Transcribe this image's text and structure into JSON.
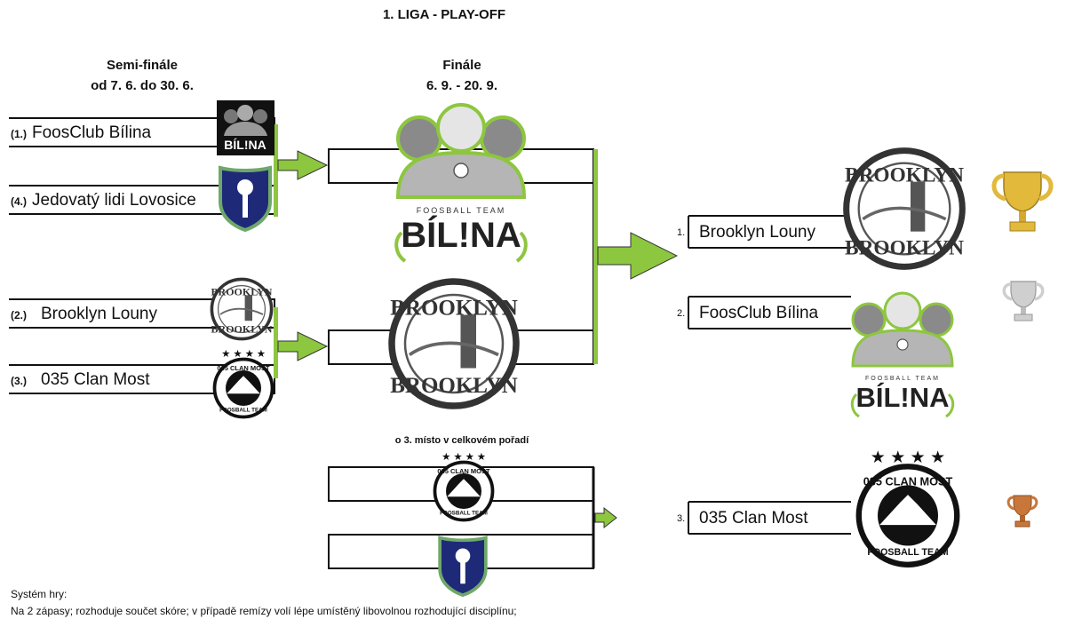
{
  "title": "1. LIGA - PLAY-OFF",
  "semifinal": {
    "heading": "Semi-finále",
    "dates": "od 7. 6. do 30. 6.",
    "matches": [
      {
        "top": {
          "seed": "(1.)",
          "team": "FoosClub Bílina"
        },
        "bottom": {
          "seed": "(4.)",
          "team": "Jedovatý lidi Lovosice"
        }
      },
      {
        "top": {
          "seed": "(2.)",
          "team": "Brooklyn Louny"
        },
        "bottom": {
          "seed": "(3.)",
          "team": "035 Clan Most"
        }
      }
    ]
  },
  "final": {
    "heading": "Finále",
    "dates": "6. 9. - 20. 9."
  },
  "third_place": {
    "heading": "o 3. místo v celkovém pořadí"
  },
  "results": [
    {
      "rank": "1.",
      "team": "Brooklyn Louny",
      "trophy": "gold"
    },
    {
      "rank": "2.",
      "team": "FoosClub Bílina",
      "trophy": "silver"
    },
    {
      "rank": "3.",
      "team": "035 Clan Most",
      "trophy": "bronze"
    }
  ],
  "logo_texts": {
    "bilina": "BÍL!NA",
    "bilina_sub": "FOOSBALL TEAM",
    "brooklyn": "BROOKLYN",
    "clan": "035 CLAN MOST",
    "clan_sub": "FOOSBALL TEAM"
  },
  "rules": {
    "label": "Systém hry:",
    "text": "Na 2 zápasy; rozhoduje součet skóre; v případě remízy volí lépe umístěný libovolnou rozhodující disciplínu;"
  },
  "colors": {
    "arrow": "#8dc63f",
    "gold": "#e2b93b",
    "silver": "#c9c9c9",
    "bronze": "#c8773a",
    "line": "#111111"
  }
}
